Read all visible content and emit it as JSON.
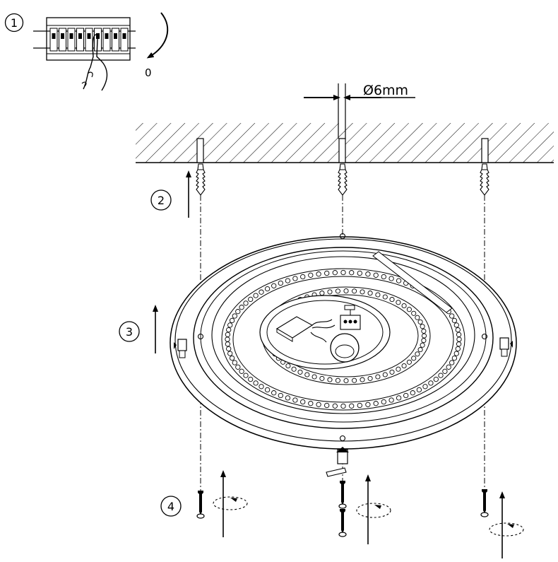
{
  "steps": [
    {
      "number": "1"
    },
    {
      "number": "2"
    },
    {
      "number": "3"
    },
    {
      "number": "4"
    }
  ],
  "breaker_position_label": "0",
  "drill_diameter_label": "Ø6mm"
}
